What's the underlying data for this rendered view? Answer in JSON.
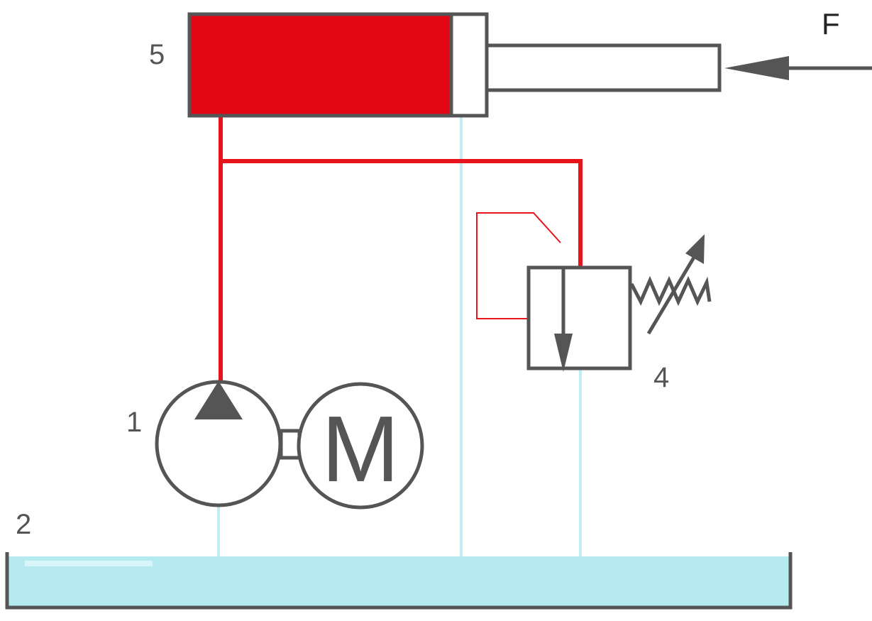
{
  "labels": {
    "pump": "1",
    "tank": "2",
    "relief_valve": "4",
    "cylinder": "5",
    "force": "F",
    "motor": "M"
  },
  "colors": {
    "pressure_line": "#e8141b",
    "return_line": "#bfeef4",
    "tank_fluid": "#b4eaf0",
    "outline": "#555555",
    "cylinder_fill": "#e30613",
    "force_arrow": "#555555"
  }
}
